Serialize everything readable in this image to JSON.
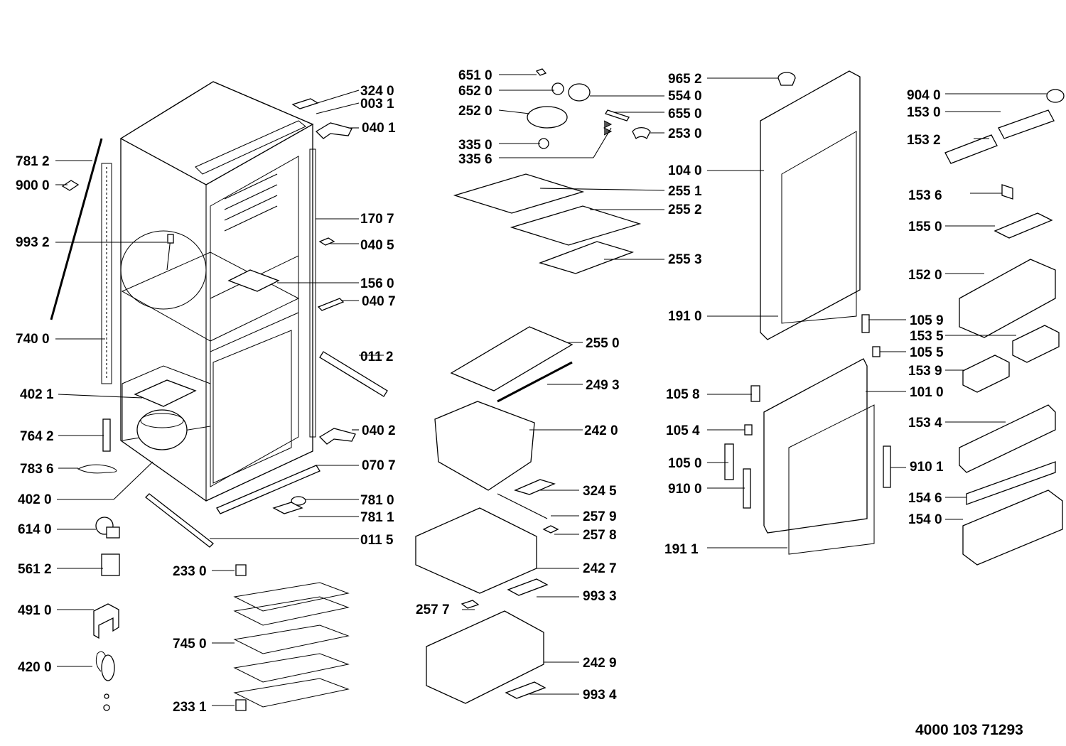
{
  "document_number": "4000 103 71293",
  "callouts": [
    {
      "code": "781 2"
    },
    {
      "code": "900 0"
    },
    {
      "code": "993 2"
    },
    {
      "code": "740 0"
    },
    {
      "code": "402 1"
    },
    {
      "code": "764 2"
    },
    {
      "code": "783 6"
    },
    {
      "code": "402 0"
    },
    {
      "code": "614 0"
    },
    {
      "code": "561 2"
    },
    {
      "code": "491 0"
    },
    {
      "code": "420 0"
    },
    {
      "code": "324 0"
    },
    {
      "code": "003 1"
    },
    {
      "code": "040 1"
    },
    {
      "code": "170 7"
    },
    {
      "code": "040 5"
    },
    {
      "code": "156 0"
    },
    {
      "code": "040 7"
    },
    {
      "code": "011 2"
    },
    {
      "code": "040 2"
    },
    {
      "code": "070 7"
    },
    {
      "code": "781 0"
    },
    {
      "code": "781 1"
    },
    {
      "code": "011 5"
    },
    {
      "code": "233 0"
    },
    {
      "code": "745 0"
    },
    {
      "code": "233 1"
    },
    {
      "code": "651 0"
    },
    {
      "code": "652 0"
    },
    {
      "code": "252 0"
    },
    {
      "code": "335 0"
    },
    {
      "code": "335 6"
    },
    {
      "code": "554 0"
    },
    {
      "code": "655 0"
    },
    {
      "code": "253 0"
    },
    {
      "code": "255 1"
    },
    {
      "code": "255 2"
    },
    {
      "code": "255 3"
    },
    {
      "code": "255 0"
    },
    {
      "code": "249 3"
    },
    {
      "code": "242 0"
    },
    {
      "code": "324 5"
    },
    {
      "code": "257 9"
    },
    {
      "code": "257 8"
    },
    {
      "code": "242 7"
    },
    {
      "code": "257 7"
    },
    {
      "code": "993 3"
    },
    {
      "code": "242 9"
    },
    {
      "code": "993 4"
    },
    {
      "code": "965 2"
    },
    {
      "code": "104 0"
    },
    {
      "code": "191 0"
    },
    {
      "code": "105 8"
    },
    {
      "code": "105 4"
    },
    {
      "code": "105 0"
    },
    {
      "code": "910 0"
    },
    {
      "code": "191 1"
    },
    {
      "code": "101 0"
    },
    {
      "code": "105 9"
    },
    {
      "code": "105 5"
    },
    {
      "code": "904 0"
    },
    {
      "code": "153 0"
    },
    {
      "code": "153 2"
    },
    {
      "code": "153 6"
    },
    {
      "code": "155 0"
    },
    {
      "code": "152 0"
    },
    {
      "code": "153 5"
    },
    {
      "code": "153 9"
    },
    {
      "code": "153 4"
    },
    {
      "code": "910 1"
    },
    {
      "code": "154 6"
    },
    {
      "code": "154 0"
    }
  ]
}
